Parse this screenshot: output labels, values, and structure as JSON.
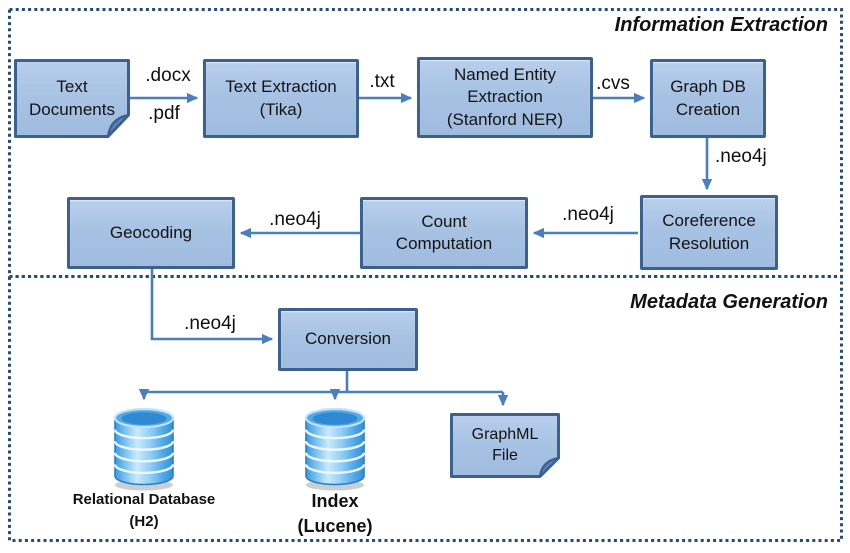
{
  "sections": {
    "information_extraction": {
      "title": "Information Extraction"
    },
    "metadata_generation": {
      "title": "Metadata Generation"
    }
  },
  "nodes": {
    "text_documents": {
      "lines": [
        "Text",
        "Documents"
      ],
      "shape": "document"
    },
    "text_extraction": {
      "lines": [
        "Text Extraction",
        "(Tika)"
      ],
      "shape": "process"
    },
    "named_entity_extraction": {
      "lines": [
        "Named Entity",
        "Extraction",
        "(Stanford NER)"
      ],
      "shape": "process"
    },
    "graph_db_creation": {
      "lines": [
        "Graph DB",
        "Creation"
      ],
      "shape": "process"
    },
    "coreference_resolution": {
      "lines": [
        "Coreference",
        "Resolution"
      ],
      "shape": "process"
    },
    "count_computation": {
      "lines": [
        "Count",
        "Computation"
      ],
      "shape": "process"
    },
    "geocoding": {
      "lines": [
        "Geocoding"
      ],
      "shape": "process"
    },
    "conversion": {
      "lines": [
        "Conversion"
      ],
      "shape": "process"
    },
    "graphml_file": {
      "lines": [
        "GraphML",
        "File"
      ],
      "shape": "document"
    }
  },
  "outputs": {
    "relational_database": {
      "lines": [
        "Relational Database",
        "(H2)"
      ],
      "icon": "database-icon"
    },
    "index": {
      "lines": [
        "Index",
        "(Lucene)"
      ],
      "icon": "database-icon"
    }
  },
  "edge_labels": {
    "docx": ".docx",
    "pdf": ".pdf",
    "txt": ".txt",
    "cvs": ".cvs",
    "neo4j_to_coreference": ".neo4j",
    "neo4j_to_count": ".neo4j",
    "neo4j_to_geocoding": ".neo4j",
    "neo4j_to_conversion": ".neo4j"
  },
  "colors": {
    "node_fill": "#a7c2e3",
    "node_border": "#3a618f",
    "arrow": "#4a7ebc",
    "section_border": "#27497b",
    "database_icon_blue": "#3e97dd",
    "document_fold": "#5d82b4"
  }
}
